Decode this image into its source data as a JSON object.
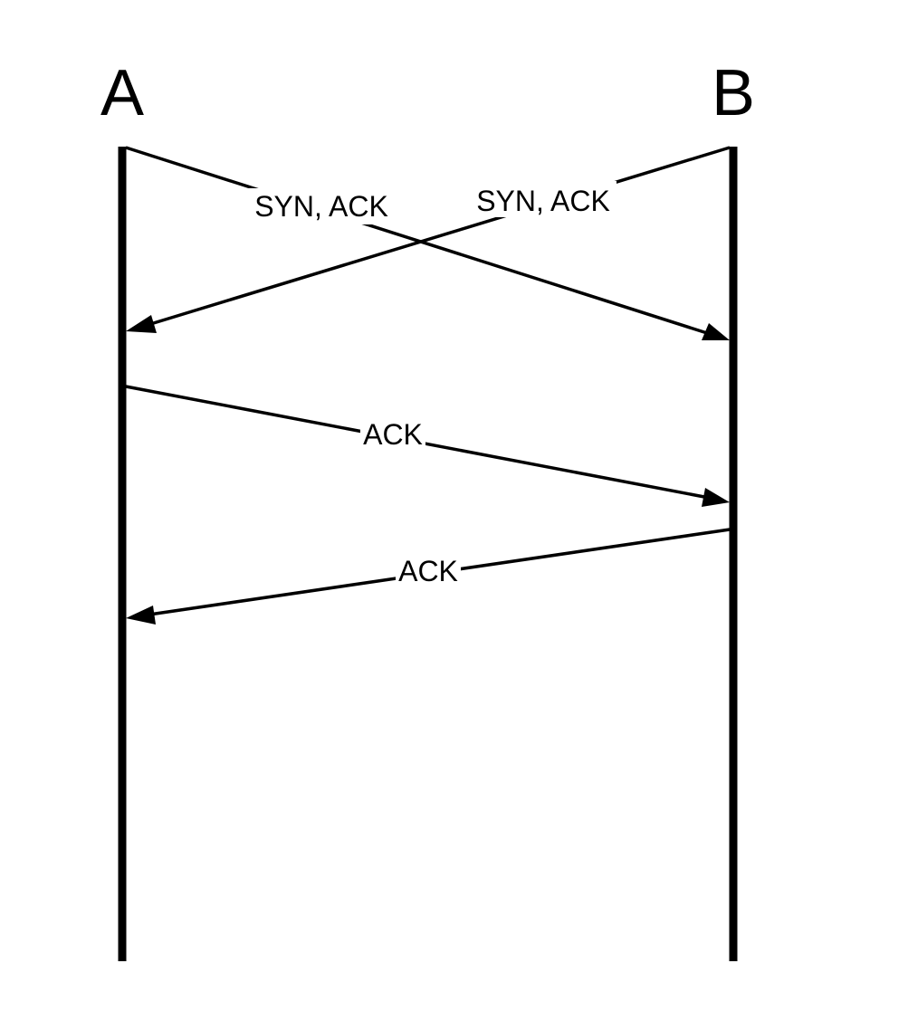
{
  "participants": [
    {
      "id": "A",
      "label": "A"
    },
    {
      "id": "B",
      "label": "B"
    }
  ],
  "messages": [
    {
      "from": "A",
      "to": "B",
      "label": "SYN, ACK"
    },
    {
      "from": "B",
      "to": "A",
      "label": "SYN, ACK"
    },
    {
      "from": "A",
      "to": "B",
      "label": "ACK"
    },
    {
      "from": "B",
      "to": "A",
      "label": "ACK"
    }
  ],
  "colors": {
    "line": "#000000",
    "background": "#ffffff"
  }
}
